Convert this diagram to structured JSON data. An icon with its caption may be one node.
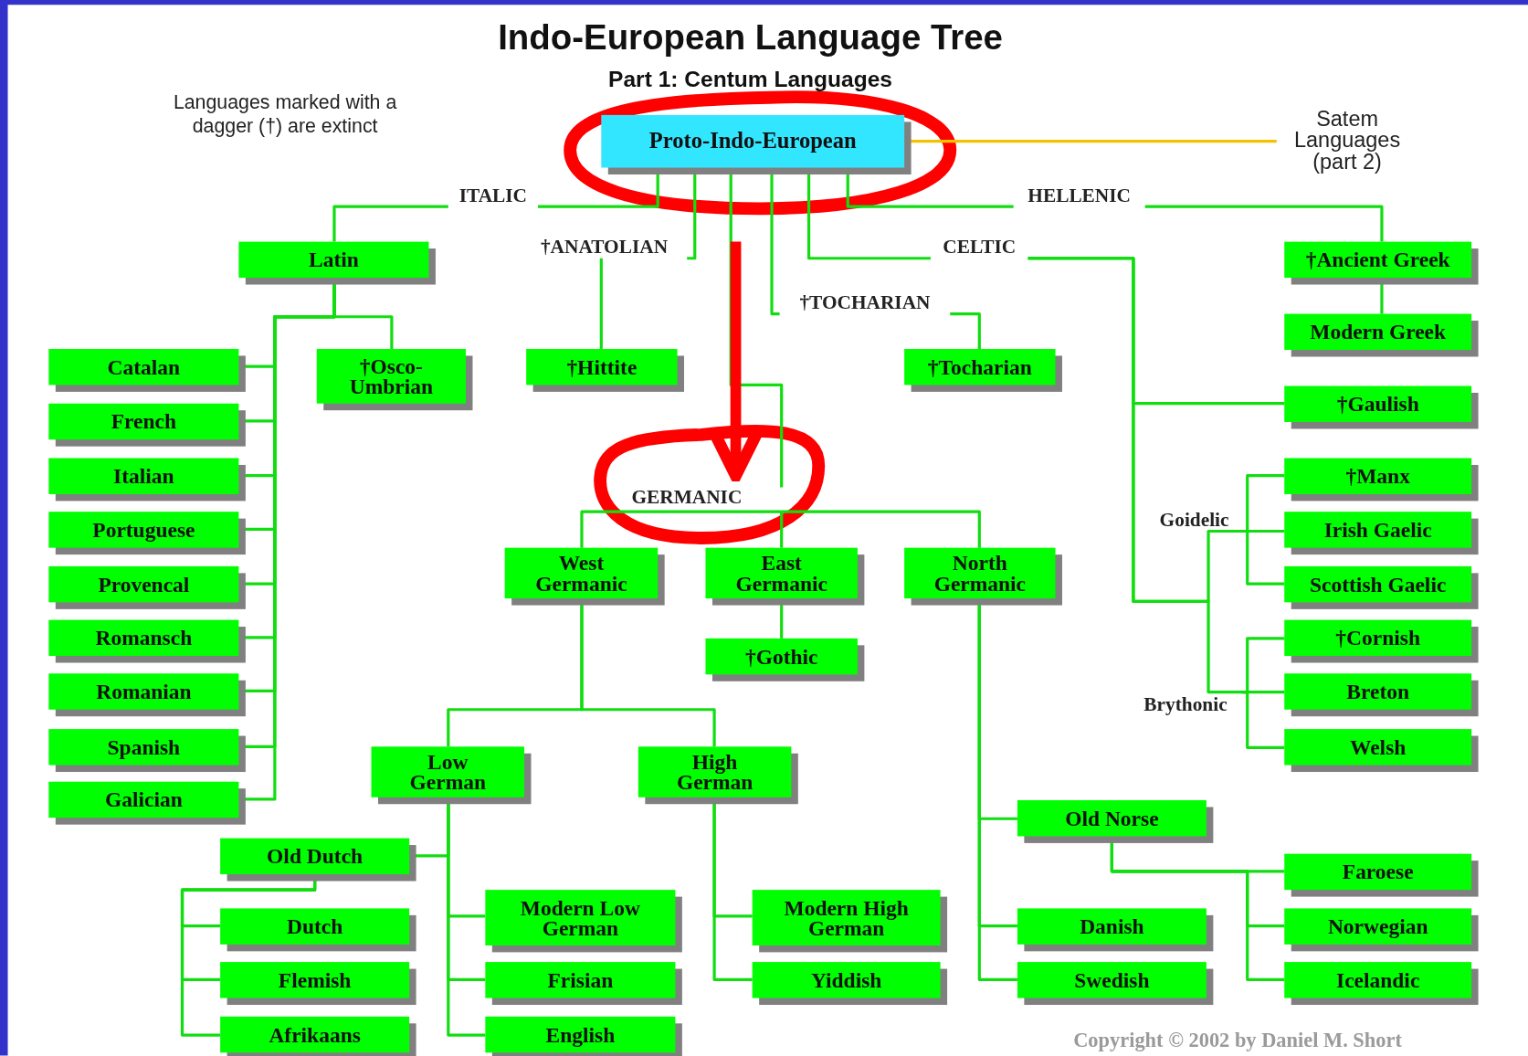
{
  "diagram": {
    "title": "Indo-European Language Tree",
    "nodes": [
      {
        "text": [
          "Proto-Indo-European"
        ]
      },
      {
        "text": [
          "Satem Languages (part 2)"
        ]
      },
      {
        "text": [
          "ITALIC"
        ]
      },
      {
        "text": [
          "Latin"
        ]
      },
      {
        "text": [
          "Catalan"
        ]
      },
      {
        "text": [
          "French"
        ]
      },
      {
        "text": [
          "Italian"
        ]
      },
      {
        "text": [
          "Portuguese"
        ]
      },
      {
        "text": [
          "Provencal"
        ]
      },
      {
        "text": [
          "Romansch"
        ]
      },
      {
        "text": [
          "Romanian"
        ]
      },
      {
        "text": [
          "Spanish"
        ]
      },
      {
        "text": [
          "Galician"
        ]
      },
      {
        "text": [
          "†Osco-Umbrian"
        ]
      },
      {
        "text": [
          "†ANATOLIAN"
        ]
      },
      {
        "text": [
          "†Hittite"
        ]
      },
      {
        "text": [
          "GERMANIC"
        ]
      },
      {
        "text": [
          "West Germanic"
        ]
      },
      {
        "text": [
          "East Germanic"
        ]
      },
      {
        "text": [
          "†Gothic"
        ]
      },
      {
        "text": [
          "North Germanic"
        ]
      },
      {
        "text": [
          "Low German"
        ]
      },
      {
        "text": [
          "High German"
        ]
      },
      {
        "text": [
          "Old Dutch"
        ]
      },
      {
        "text": [
          "Dutch"
        ]
      },
      {
        "text": [
          "Flemish"
        ]
      },
      {
        "text": [
          "Afrikaans"
        ]
      },
      {
        "text": [
          "Modern Low German"
        ]
      },
      {
        "text": [
          "Frisian"
        ]
      },
      {
        "text": [
          "English"
        ]
      },
      {
        "text": [
          "Modern High German"
        ]
      },
      {
        "text": [
          "Yiddish"
        ]
      },
      {
        "text": [
          "Old Norse"
        ]
      },
      {
        "text": [
          "Danish"
        ]
      },
      {
        "text": [
          "Swedish"
        ]
      },
      {
        "text": [
          "Faroese"
        ]
      },
      {
        "text": [
          "Norwegian"
        ]
      },
      {
        "text": [
          "Icelandic"
        ]
      },
      {
        "text": [
          "†TOCHARIAN"
        ]
      },
      {
        "text": [
          "†Tocharian"
        ]
      },
      {
        "text": [
          "CELTIC"
        ]
      },
      {
        "text": [
          "†Gaulish"
        ]
      },
      {
        "text": [
          "Goidelic"
        ]
      },
      {
        "text": [
          "†Manx"
        ]
      },
      {
        "text": [
          "Irish Gaelic"
        ]
      },
      {
        "text": [
          "Scottish Gaelic"
        ]
      },
      {
        "text": [
          "Brythonic"
        ]
      },
      {
        "text": [
          "†Cornish"
        ]
      },
      {
        "text": [
          "Breton"
        ]
      },
      {
        "text": [
          "Welsh"
        ]
      },
      {
        "text": [
          "HELLENIC"
        ]
      },
      {
        "text": [
          "†Ancient Greek"
        ]
      },
      {
        "text": [
          "Modern Greek"
        ]
      }
    ],
    "edges": [
      {
        "from": 0,
        "to": 1,
        "arrow": "none",
        "color": "#f2c200"
      },
      {
        "from": 0,
        "to": 2,
        "arrow": "none"
      },
      {
        "from": 2,
        "to": 3,
        "arrow": "none"
      },
      {
        "from": 3,
        "to": 4,
        "arrow": "none"
      },
      {
        "from": 3,
        "to": 5,
        "arrow": "none"
      },
      {
        "from": 3,
        "to": 6,
        "arrow": "none"
      },
      {
        "from": 3,
        "to": 7,
        "arrow": "none"
      },
      {
        "from": 3,
        "to": 8,
        "arrow": "none"
      },
      {
        "from": 3,
        "to": 9,
        "arrow": "none"
      },
      {
        "from": 3,
        "to": 10,
        "arrow": "none"
      },
      {
        "from": 3,
        "to": 11,
        "arrow": "none"
      },
      {
        "from": 3,
        "to": 12,
        "arrow": "none"
      },
      {
        "from": 3,
        "to": 13,
        "arrow": "none"
      },
      {
        "from": 0,
        "to": 14,
        "arrow": "none"
      },
      {
        "from": 14,
        "to": 15,
        "arrow": "none"
      },
      {
        "from": 0,
        "to": 16,
        "arrow": "none"
      },
      {
        "from": null,
        "to": 16,
        "arrow": "to",
        "style": "thick",
        "color": "#ff0000"
      },
      {
        "from": 16,
        "to": 17,
        "arrow": "none"
      },
      {
        "from": 16,
        "to": 18,
        "arrow": "none"
      },
      {
        "from": 16,
        "to": 20,
        "arrow": "none"
      },
      {
        "from": 18,
        "to": 19,
        "arrow": "none"
      },
      {
        "from": 17,
        "to": 21,
        "arrow": "none"
      },
      {
        "from": 17,
        "to": 22,
        "arrow": "none"
      },
      {
        "from": 21,
        "to": 23,
        "arrow": "none"
      },
      {
        "from": 21,
        "to": 27,
        "arrow": "none"
      },
      {
        "from": 21,
        "to": 28,
        "arrow": "none"
      },
      {
        "from": 21,
        "to": 29,
        "arrow": "none"
      },
      {
        "from": 23,
        "to": 24,
        "arrow": "none"
      },
      {
        "from": 23,
        "to": 25,
        "arrow": "none"
      },
      {
        "from": 23,
        "to": 26,
        "arrow": "none"
      },
      {
        "from": 22,
        "to": 30,
        "arrow": "none"
      },
      {
        "from": 22,
        "to": 31,
        "arrow": "none"
      },
      {
        "from": 20,
        "to": 32,
        "arrow": "none"
      },
      {
        "from": 20,
        "to": 33,
        "arrow": "none"
      },
      {
        "from": 20,
        "to": 34,
        "arrow": "none"
      },
      {
        "from": 32,
        "to": 35,
        "arrow": "none"
      },
      {
        "from": 32,
        "to": 36,
        "arrow": "none"
      },
      {
        "from": 32,
        "to": 37,
        "arrow": "none"
      },
      {
        "from": 0,
        "to": 38,
        "arrow": "none"
      },
      {
        "from": 38,
        "to": 39,
        "arrow": "none"
      },
      {
        "from": 0,
        "to": 40,
        "arrow": "none"
      },
      {
        "from": 40,
        "to": 41,
        "arrow": "none"
      },
      {
        "from": 40,
        "to": 42,
        "arrow": "none"
      },
      {
        "from": 42,
        "to": 43,
        "arrow": "none"
      },
      {
        "from": 42,
        "to": 44,
        "arrow": "none"
      },
      {
        "from": 42,
        "to": 45,
        "arrow": "none"
      },
      {
        "from": 40,
        "to": 46,
        "arrow": "none"
      },
      {
        "from": 46,
        "to": 47,
        "arrow": "none"
      },
      {
        "from": 46,
        "to": 48,
        "arrow": "none"
      },
      {
        "from": 46,
        "to": 49,
        "arrow": "none"
      },
      {
        "from": 0,
        "to": 50,
        "arrow": "none"
      },
      {
        "from": 50,
        "to": 51,
        "arrow": "none"
      },
      {
        "from": 51,
        "to": 52,
        "arrow": "none"
      }
    ],
    "labels": [
      "Part 1: Centum Languages",
      "Languages marked with a dagger (†) are extinct",
      "Copyright © 2002 by Daniel M. Short"
    ]
  }
}
